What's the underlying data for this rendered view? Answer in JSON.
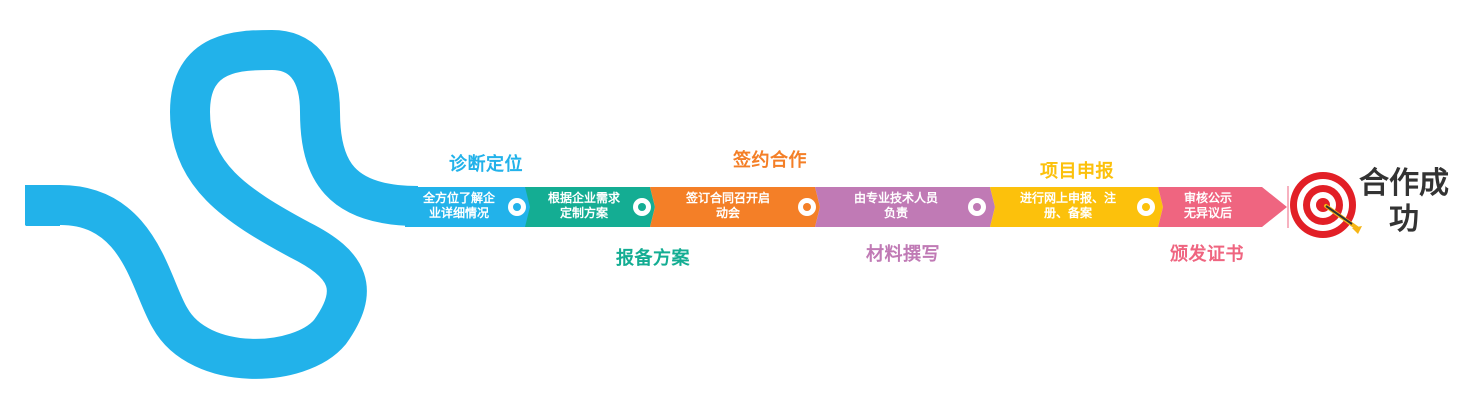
{
  "colors": {
    "blue": "#22b2ea",
    "teal": "#14ad93",
    "orange": "#f47f27",
    "purple": "#c07ab5",
    "yellow": "#fcc10c",
    "pink": "#ef6580",
    "target_red": "#e21f26",
    "arrow_gold": "#f6b515",
    "final_text": "#333333"
  },
  "steps": [
    {
      "phase": "诊断定位",
      "detail": [
        "全方位了解企",
        "业详细情况"
      ],
      "color": "#22b2ea",
      "icon": "ring-node-icon"
    },
    {
      "phase": "报备方案",
      "detail": [
        "根据企业需求",
        "定制方案"
      ],
      "color": "#14ad93",
      "icon": "ring-node-icon"
    },
    {
      "phase": "签约合作",
      "detail": [
        "签订合同召开启",
        "动会"
      ],
      "color": "#f47f27",
      "icon": "ring-node-icon"
    },
    {
      "phase": "材料撰写",
      "detail": [
        "由专业技术人员",
        "负责"
      ],
      "color": "#c07ab5",
      "icon": "ring-node-icon"
    },
    {
      "phase": "项目申报",
      "detail": [
        "进行网上申报、注",
        "册、备案"
      ],
      "color": "#fcc10c",
      "icon": "ring-node-icon"
    },
    {
      "phase": "颁发证书",
      "detail": [
        "审核公示",
        "无异议后"
      ],
      "color": "#ef6580",
      "icon": "ring-node-icon"
    }
  ],
  "final": {
    "label": [
      "合作成",
      "功"
    ],
    "icon": "target-icon"
  }
}
